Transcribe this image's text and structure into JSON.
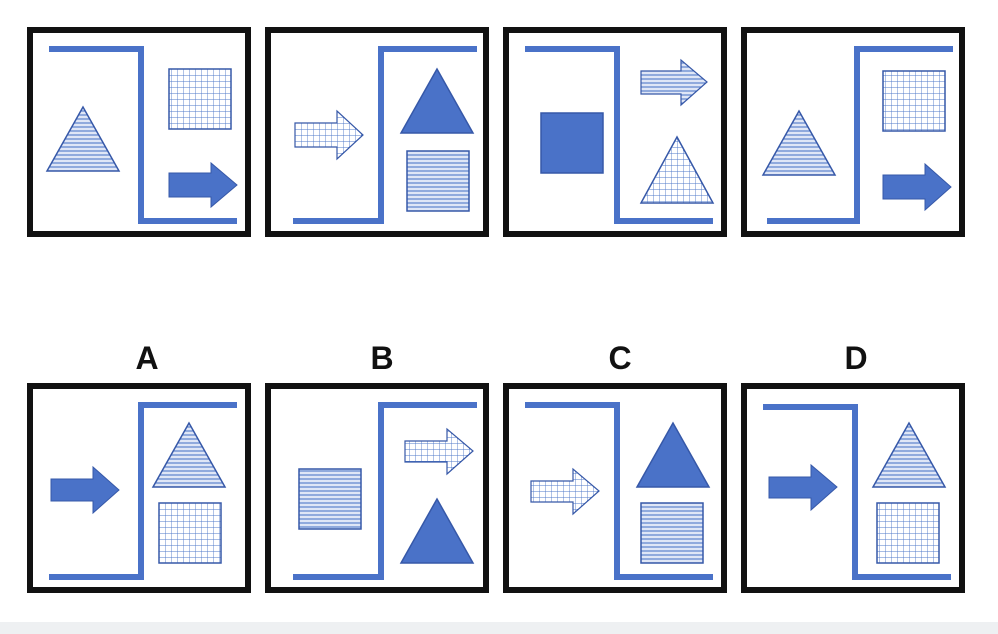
{
  "options": {
    "a": "A",
    "b": "B",
    "c": "C",
    "d": "D"
  },
  "colors": {
    "primary_blue": "#4a72c8",
    "pattern_stroke": "#4f79c9",
    "shape_outline": "#3658a8",
    "frame": "#111111",
    "background": "#ffffff"
  },
  "icons": [
    "triangle",
    "square",
    "arrow",
    "step-line"
  ],
  "patterns": [
    "solid",
    "horizontal-lines",
    "grid"
  ]
}
